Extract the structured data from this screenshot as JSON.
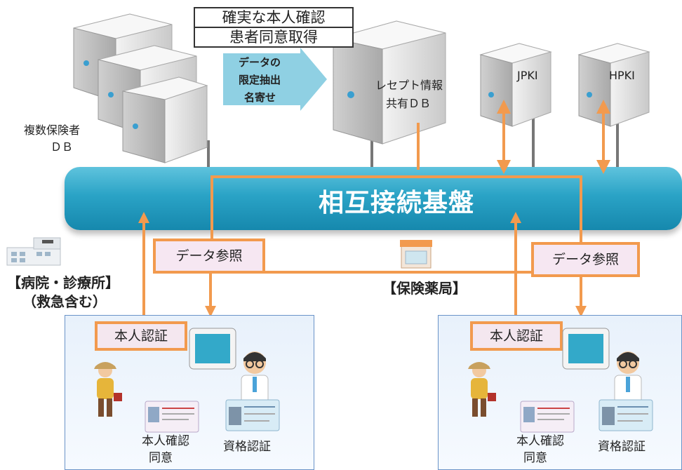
{
  "top_banner": {
    "line1": "確実な本人確認",
    "line2": "患者同意取得"
  },
  "extract_arrow": {
    "line1": "データの",
    "line2": "限定抽出",
    "line3": "名寄せ"
  },
  "servers": {
    "insurers_db": {
      "line1": "複数保険者",
      "line2": "ＤＢ"
    },
    "receipt_db": {
      "line1": "レセプト情報",
      "line2": "共有ＤＢ"
    },
    "jpki": "JPKI",
    "hpki": "HPKI"
  },
  "platform": "相互接続基盤",
  "left_site": {
    "name_line1": "【病院・診療所】",
    "name_line2": "（救急含む）",
    "data_ref": "データ参照",
    "auth": "本人認証",
    "patient_card_line1": "本人確認",
    "patient_card_line2": "同意",
    "doctor_card": "資格認証"
  },
  "right_site": {
    "name": "【保険薬局】",
    "data_ref": "データ参照",
    "auth": "本人認証",
    "patient_card_line1": "本人確認",
    "patient_card_line2": "同意",
    "doctor_card": "資格認証"
  },
  "colors": {
    "platform": "#2aa3c6",
    "accent_orange": "#f29a4e",
    "arrow_cyan": "#8fd0e3",
    "facility_border": "#6a93c8"
  }
}
